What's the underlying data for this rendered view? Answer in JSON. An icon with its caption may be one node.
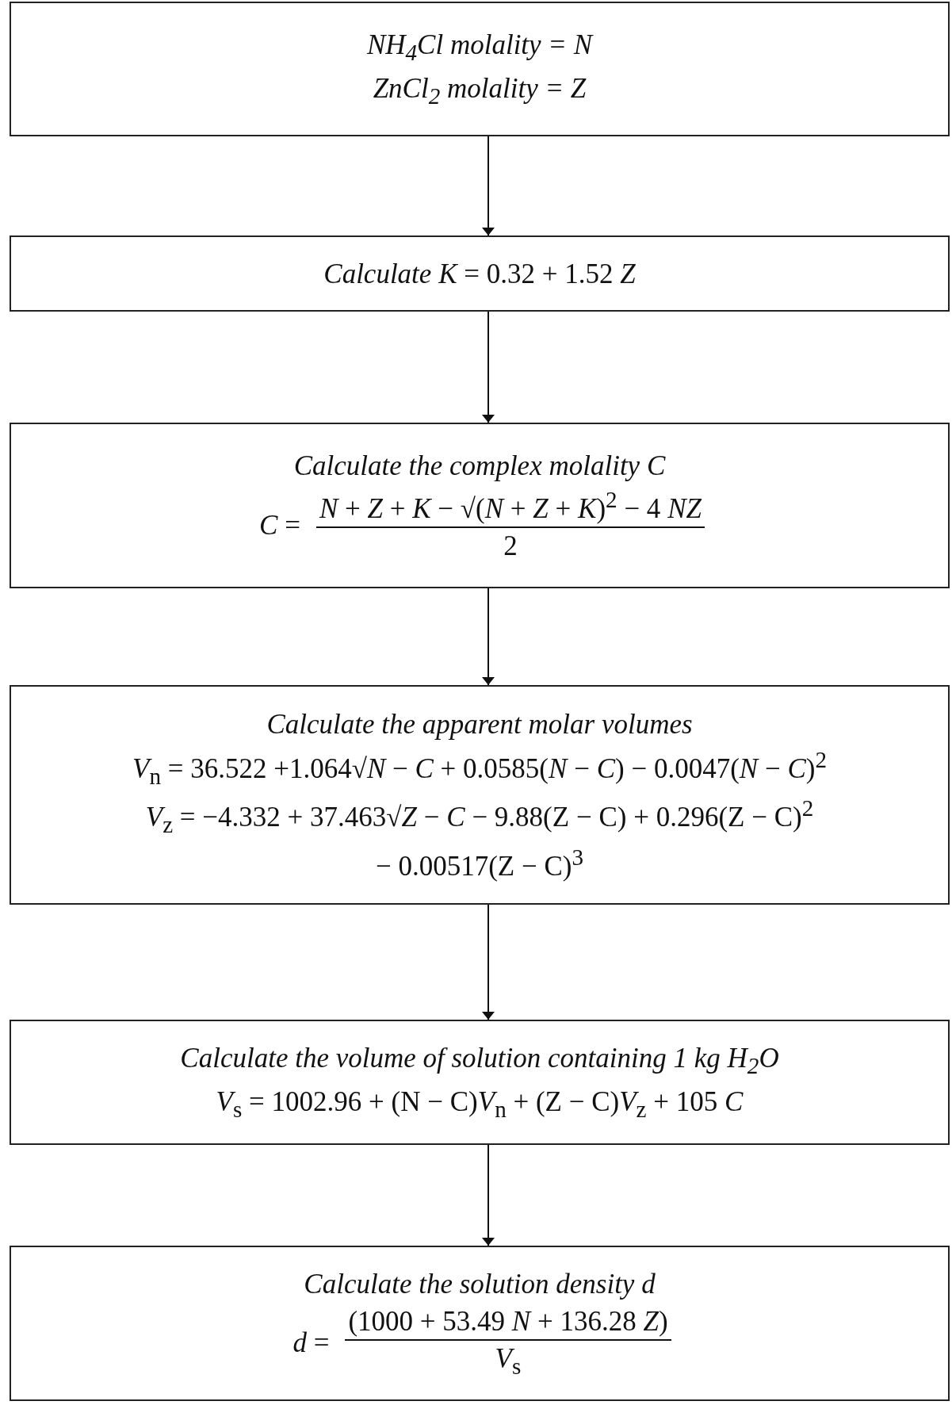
{
  "diagram": {
    "nodes": [
      {
        "text": [
          "NH$_{4}$Cl molality = N",
          "ZnCl$_{2}$ molality = Z"
        ]
      },
      {
        "text": [
          "*Calculate K* = 0.32 + 1.52 *Z*"
        ]
      },
      {
        "text": [
          "Calculate the complex molality C",
          "*C* =",
          "*N* + *Z* + *K* − √(*N* + *Z* + *K*)$^{2}$ − 4 *NZ*",
          "2"
        ]
      },
      {
        "text": [
          "Calculate the apparent molar volumes",
          "*V*$_{n}$ = 36.522 +1.064√*N* − *C* + 0.0585(*N* − *C*) − 0.0047(*N* − *C*)$^{2}$",
          "*V*$_{z}$ = −4.332 + 37.463√*Z* − *C* − 9.88(Z − C) + 0.296(Z − C)$^{2}$ − 0.00517(Z − C)$^{3}$"
        ]
      },
      {
        "text": [
          "Calculate the volume of solution containing 1 kg H$_{2}$O",
          "*V*$_{s}$ = 1002.96 + (N − C)*V*$_{n}$ + (Z − C)*V*$_{z}$ + 105 *C*"
        ]
      },
      {
        "text": [
          "Calculate the solution density d",
          "*d* =",
          "(1000 + 53.49 *N* + 136.28 *Z*)",
          "*V*$_{s}$"
        ]
      }
    ],
    "edges": [
      {
        "from": 0,
        "to": 1,
        "arrow": "to"
      },
      {
        "from": 1,
        "to": 2,
        "arrow": "to"
      },
      {
        "from": 2,
        "to": 3,
        "arrow": "to"
      },
      {
        "from": 3,
        "to": 4,
        "arrow": "to"
      },
      {
        "from": 4,
        "to": 5,
        "arrow": "to"
      }
    ]
  }
}
